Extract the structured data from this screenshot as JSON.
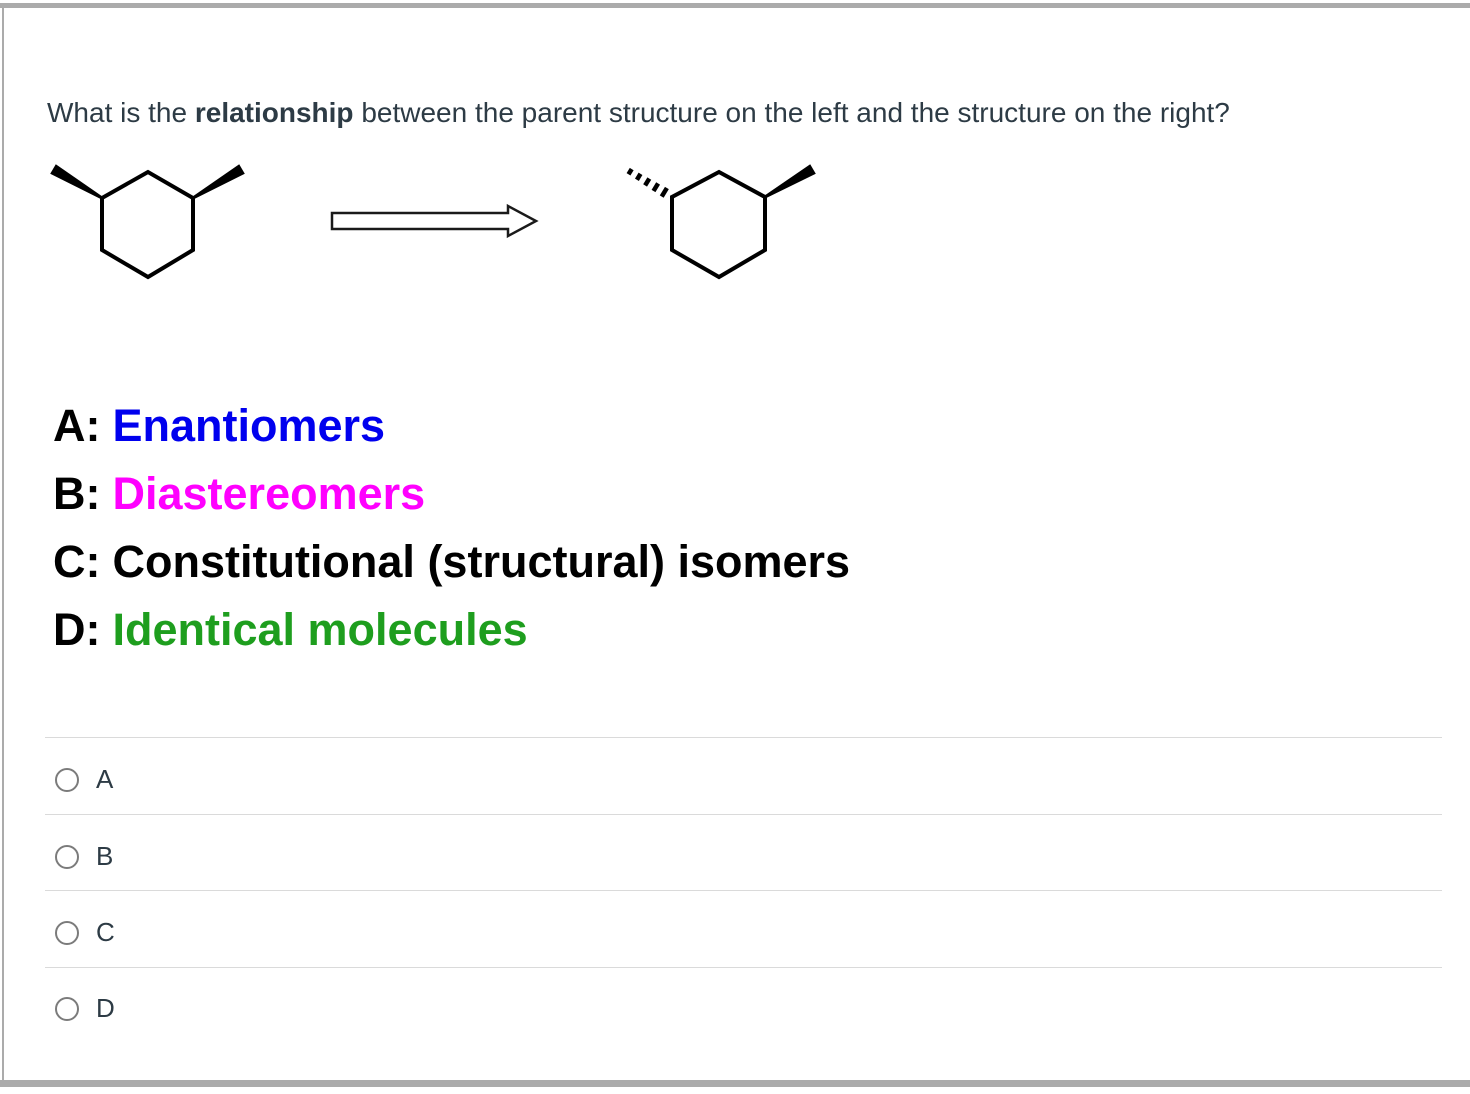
{
  "question": {
    "prefix": "What is the ",
    "bold_word": "relationship",
    "suffix": " between the parent structure on the left and the structure on the right?"
  },
  "figure": {
    "left_structure": "cyclohexane ring with two bold wedge methyl bonds (cis-1,3-dimethylcyclohexane)",
    "right_structure": "cyclohexane ring with one hashed wedge and one bold wedge methyl bond (trans-1,3-dimethylcyclohexane)",
    "arrow": "hollow right block arrow"
  },
  "choices": [
    {
      "letter": "A:",
      "label": "Enantiomers",
      "color": "#0000ee"
    },
    {
      "letter": "B:",
      "label": "Diastereomers",
      "color": "#ff00ff"
    },
    {
      "letter": "C:",
      "label": "Constitutional (structural) isomers",
      "color": "#000000"
    },
    {
      "letter": "D:",
      "label": "Identical molecules",
      "color": "#1e9e1e"
    }
  ],
  "radio_options": [
    {
      "label": "A",
      "selected": false
    },
    {
      "label": "B",
      "selected": false
    },
    {
      "label": "C",
      "selected": false
    },
    {
      "label": "D",
      "selected": false
    }
  ],
  "icons": {
    "radio": "circle-outline",
    "arrow": "right-block-arrow"
  },
  "colors": {
    "question_text": "#2d3b45",
    "radio_label": "#2d3b45",
    "frame_gray": "#ababab",
    "separator": "#dadada",
    "structure_ink": "#000000"
  }
}
